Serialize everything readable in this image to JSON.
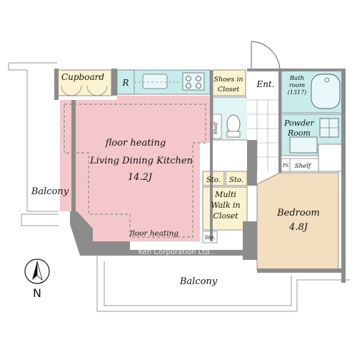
{
  "rooms": {
    "cupboard": "Cupboard",
    "fridge": "R",
    "ldk_line1": "floor heating",
    "ldk_line2": "Living Dining Kitchen",
    "ldk_size": "14.2J",
    "floor_heating_lower": "floor heating",
    "shoes_line1": "Shoes in",
    "shoes_line2": "Closet",
    "entrance": "Ent.",
    "bath_line1": "Bath",
    "bath_line2": "room",
    "bath_code": "(1317)",
    "powder_line1": "Powder",
    "powder_line2": "Room",
    "shelf_small": "Shelf",
    "shelf": "Shelf",
    "ps": "PS",
    "sto1": "Sto.",
    "sto2": "Sto.",
    "sto3": "Sto.",
    "wic_line1": "Multi",
    "wic_line2": "Walk in",
    "wic_line3": "Closet",
    "bedroom": "Bedroom",
    "bedroom_size": "4.8J",
    "balcony_left": "Balcony",
    "balcony_bottom": "Balcony"
  },
  "compass": {
    "label": "N"
  },
  "watermark": "Ken Corporation Ltd.",
  "colors": {
    "ldk_fill": "#f4c8cb",
    "bedroom_fill": "#f3debf",
    "kitchen_fill": "#c8ecec",
    "closet_fill": "#fbf3cf",
    "wall": "#8c8c8c"
  }
}
